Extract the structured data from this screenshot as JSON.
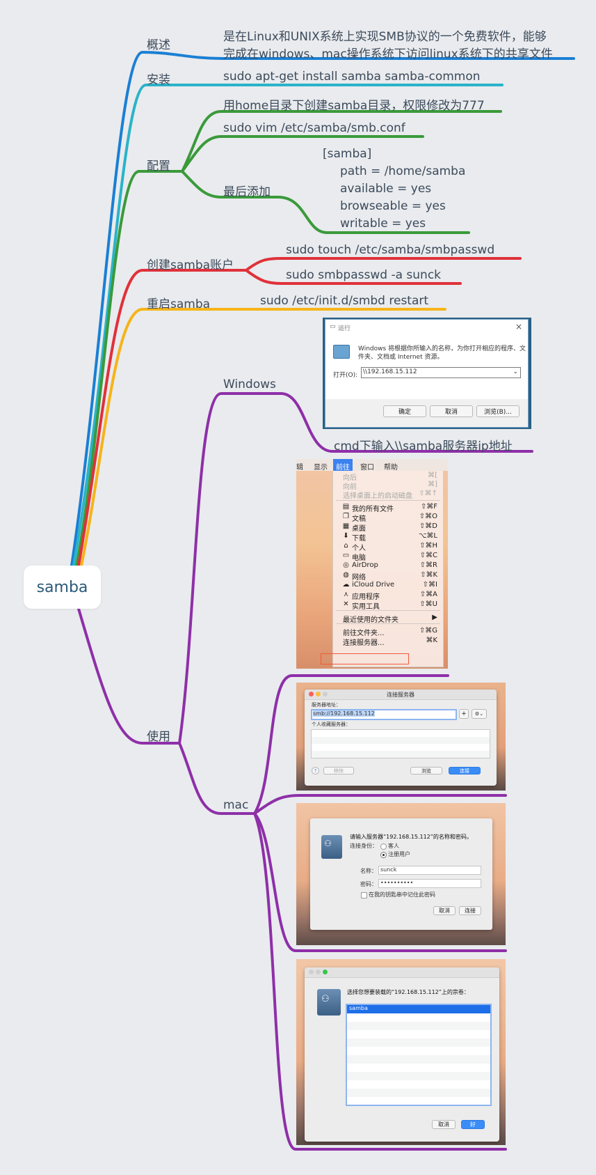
{
  "root": {
    "label": "samba"
  },
  "branches": {
    "overview": {
      "label": "概述",
      "line1": "是在Linux和UNIX系统上实现SMB协议的一个免费软件，能够",
      "line2": "完成在windows、mac操作系统下访问linux系统下的共享文件"
    },
    "install": {
      "label": "安装",
      "cmd": "sudo   apt-get   install   samba   samba-common"
    },
    "config": {
      "label": "配置",
      "step1": "用home目录下创建samba目录，权限修改为777",
      "step2": "sudo   vim   /etc/samba/smb.conf",
      "append_label": "最后添加",
      "conf": [
        "[samba]",
        "path = /home/samba",
        "available = yes",
        "browseable = yes",
        "writable = yes"
      ]
    },
    "account": {
      "label": "创建samba账户",
      "cmd1": "sudo   touch   /etc/samba/smbpasswd",
      "cmd2": "sudo   smbpasswd   -a   sunck"
    },
    "restart": {
      "label": "重启samba",
      "cmd": "sudo   /etc/init.d/smbd   restart"
    },
    "usage": {
      "label": "使用",
      "windows": "Windows",
      "windows_note": "cmd下输入\\\\samba服务器ip地址",
      "mac": "mac"
    }
  },
  "win_run": {
    "title": "运行",
    "close": "×",
    "desc1": "Windows 将根据你所输入的名称，为你打开相应的程序、文",
    "desc2": "件夹、文档或 Internet 资源。",
    "open_label": "打开(O):",
    "value": "\\\\192.168.15.112",
    "ok": "确定",
    "cancel": "取消",
    "browse": "浏览(B)..."
  },
  "mac_menu": {
    "bar": [
      "辑",
      "显示",
      "前往",
      "窗口",
      "帮助"
    ],
    "items": [
      {
        "label": "向后",
        "shortcut": "⌘[",
        "icon": "",
        "disabled": true
      },
      {
        "label": "向前",
        "shortcut": "⌘]",
        "icon": "",
        "disabled": true
      },
      {
        "label": "选择桌面上的启动磁盘",
        "shortcut": "⇧⌘↑",
        "icon": "",
        "disabled": true
      },
      {
        "label": "我的所有文件",
        "shortcut": "⇧⌘F",
        "icon": "▤"
      },
      {
        "label": "文稿",
        "shortcut": "⇧⌘O",
        "icon": "❐"
      },
      {
        "label": "桌面",
        "shortcut": "⇧⌘D",
        "icon": "▦"
      },
      {
        "label": "下载",
        "shortcut": "⌥⌘L",
        "icon": "⬇"
      },
      {
        "label": "个人",
        "shortcut": "⇧⌘H",
        "icon": "⌂"
      },
      {
        "label": "电脑",
        "shortcut": "⇧⌘C",
        "icon": "▭"
      },
      {
        "label": "AirDrop",
        "shortcut": "⇧⌘R",
        "icon": "◎"
      },
      {
        "label": "网络",
        "shortcut": "⇧⌘K",
        "icon": "◍"
      },
      {
        "label": "iCloud Drive",
        "shortcut": "⇧⌘I",
        "icon": "☁"
      },
      {
        "label": "应用程序",
        "shortcut": "⇧⌘A",
        "icon": "⋏"
      },
      {
        "label": "实用工具",
        "shortcut": "⇧⌘U",
        "icon": "✕"
      },
      {
        "label": "最近使用的文件夹",
        "shortcut": "▶",
        "icon": ""
      },
      {
        "label": "前往文件夹...",
        "shortcut": "⇧⌘G",
        "icon": ""
      },
      {
        "label": "连接服务器...",
        "shortcut": "⌘K",
        "icon": ""
      }
    ]
  },
  "mac_connect": {
    "title": "连接服务器",
    "addr_label": "服务器地址：",
    "addr_value": "smb://192.168.15.112",
    "plus": "+",
    "gear": "⚙⌄",
    "fav_label": "个人收藏服务器：",
    "help": "?",
    "remove": "移除",
    "browse": "浏览",
    "connect": "连接"
  },
  "mac_login": {
    "prompt": "请输入服务器“192.168.15.112”的名称和密码。",
    "connect_as": "连接身份：",
    "guest": "客人",
    "registered": "注册用户",
    "name_label": "名称：",
    "name_value": "sunck",
    "pass_label": "密码：",
    "pass_value": "••••••••••",
    "remember": "在我的钥匙串中记住此密码",
    "cancel": "取消",
    "connect": "连接"
  },
  "mac_volumes": {
    "prompt": "选择您想要装载的“192.168.15.112”上的宗卷：",
    "selected": "samba",
    "cancel": "取消",
    "ok": "好"
  },
  "colors": {
    "overview": "#1a7fd4",
    "install": "#2ab3c9",
    "config": "#3a9a3a",
    "account": "#e0313a",
    "restart": "#f6b418",
    "usage": "#8e2fa8"
  }
}
